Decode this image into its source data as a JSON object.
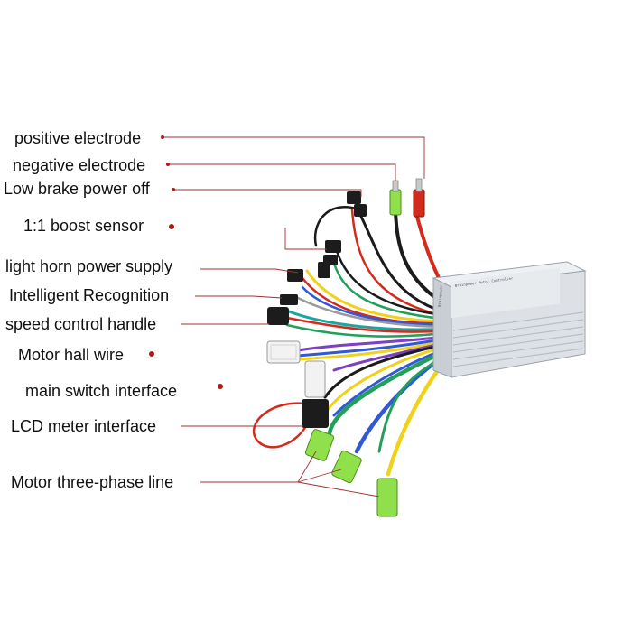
{
  "labels": [
    "positive electrode",
    "negative electrode",
    "Low brake power off",
    "1:1 boost sensor",
    "light horn power supply",
    "Intelligent Recognition",
    "speed control handle",
    "Motor hall wire",
    "main switch interface",
    "LCD meter interface",
    "Motor three-phase line"
  ],
  "controller": {
    "title": "Brainpower Motor Controller",
    "brand": "Brainpower"
  },
  "colors": {
    "leader_line": "#a03030",
    "leader_dot": "#b01818",
    "housing": "#dde1e6",
    "connector_green": "#8fe04a",
    "connector_black": "#1c1c1c",
    "connector_white": "#f2f2f2",
    "wire_red": "#d42a1c",
    "wire_black": "#1b1b1b",
    "wire_yellow": "#f0d21a",
    "wire_green": "#21a05a",
    "wire_blue": "#2f59d6",
    "wire_purple": "#7d3fc4",
    "wire_teal": "#1aa5a0",
    "wire_gray": "#9a9a9a",
    "wire_white": "#f6f6f6"
  }
}
